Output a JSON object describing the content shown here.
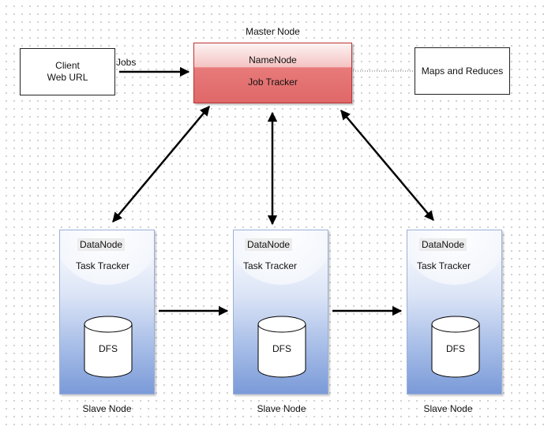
{
  "master": {
    "title": "Master Node",
    "line1": "NameNode",
    "line2": "Job Tracker"
  },
  "client": {
    "line1": "Client",
    "line2": "Web URL",
    "edge_label": "Jobs"
  },
  "maps": {
    "label": "Maps and Reduces"
  },
  "slaves": [
    {
      "head": "DataNode",
      "sub": "Task Tracker",
      "storage": "DFS",
      "caption": "Slave Node"
    },
    {
      "head": "DataNode",
      "sub": "Task Tracker",
      "storage": "DFS",
      "caption": "Slave Node"
    },
    {
      "head": "DataNode",
      "sub": "Task Tracker",
      "storage": "DFS",
      "caption": "Slave Node"
    }
  ],
  "colors": {
    "master_fill": "#e06868",
    "slave_fill": "#7a9ad8",
    "arrow": "#000000"
  }
}
